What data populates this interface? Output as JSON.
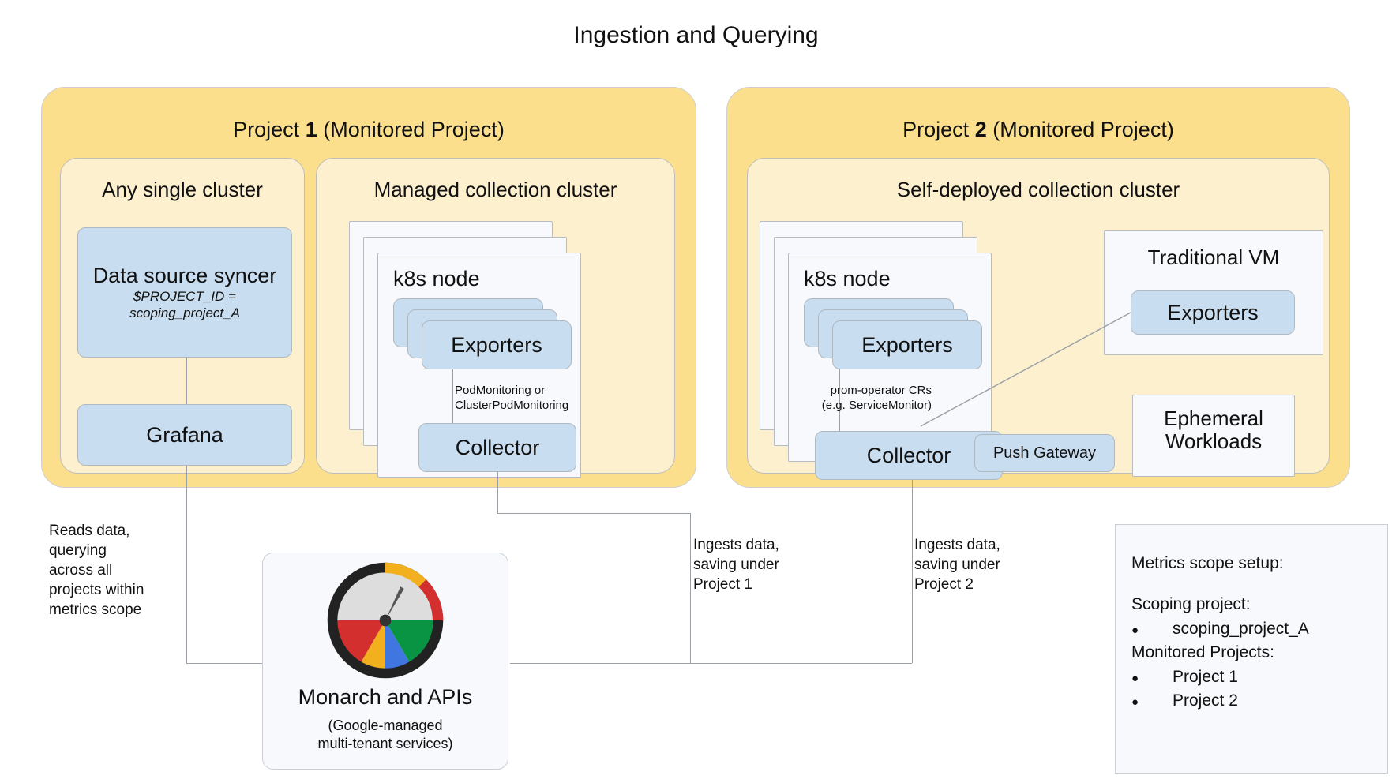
{
  "title": "Ingestion and Querying",
  "projects": [
    {
      "title_prefix": "Project ",
      "number": "1",
      "title_suffix": " (Monitored Project)",
      "full_title": "Project 1 (Monitored Project)"
    },
    {
      "title_prefix": "Project ",
      "number": "2",
      "title_suffix": " (Monitored Project)",
      "full_title": "Project 2 (Monitored Project)"
    }
  ],
  "clusters": {
    "any_single": "Any single cluster",
    "managed": "Managed collection cluster",
    "self_deployed": "Self-deployed collection cluster"
  },
  "boxes": {
    "data_source_syncer": "Data source syncer",
    "data_source_syncer_sub": "$PROJECT_ID = scoping_project_A",
    "grafana": "Grafana",
    "k8s_node_1": "k8s node",
    "k8s_node_2": "k8s node",
    "exporters_1": "Exporters",
    "exporters_2": "Exporters",
    "exporters_vm": "Exporters",
    "collector_1": "Collector",
    "collector_2": "Collector",
    "push_gateway": "Push Gateway",
    "traditional_vm": "Traditional VM",
    "ephemeral_workloads": "Ephemeral Workloads"
  },
  "edge_labels": {
    "pod_monitoring": "PodMonitoring or\nClusterPodMonitoring",
    "prom_operator": "prom-operator CRs\n(e.g. ServiceMonitor)"
  },
  "notes": {
    "reads": "Reads data,\nquerying\nacross all\nprojects within\nmetrics scope",
    "ingests_1": "Ingests data,\nsaving under\nProject 1",
    "ingests_2": "Ingests data,\nsaving under\nProject 2"
  },
  "monarch": {
    "label": "Monarch and APIs",
    "sub": "(Google-managed\nmulti-tenant services)",
    "icon": "gauge-speedometer-icon"
  },
  "legend": {
    "heading": "Metrics scope setup:",
    "scoping_heading": "Scoping project:",
    "scoping_items": [
      "scoping_project_A"
    ],
    "monitored_heading": "Monitored Projects:",
    "monitored_items": [
      "Project 1",
      "Project 2"
    ],
    "bullet": "●"
  },
  "colors": {
    "project_bg": "#fcdf8d",
    "cluster_bg": "#fdf0cf",
    "blue_box": "#c9ddf0",
    "node_card": "#f7f9fc",
    "line": "#9aa0a6",
    "logo_red": "#d32f2f",
    "logo_yellow": "#f2b01e",
    "logo_blue": "#3f76e0",
    "logo_green": "#089443",
    "logo_dark": "#222222",
    "logo_gray": "#dddddd"
  }
}
